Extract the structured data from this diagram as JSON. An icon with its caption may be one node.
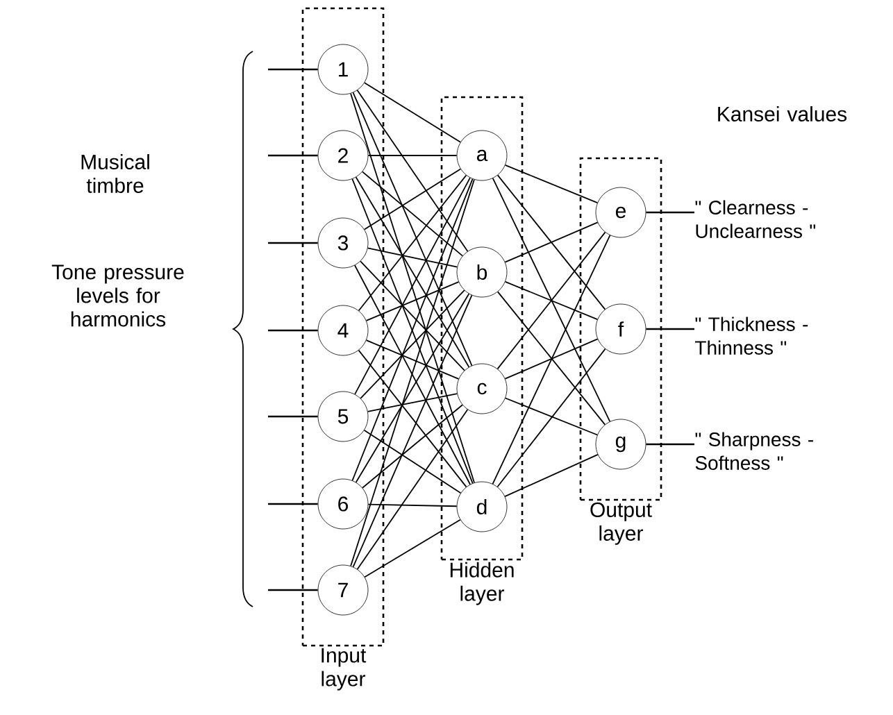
{
  "diagram": {
    "nodes": [
      {
        "text": [
          "Input layer"
        ]
      },
      {
        "text": [
          "1"
        ],
        "in": 0
      },
      {
        "text": [
          "2"
        ],
        "in": 0
      },
      {
        "text": [
          "3"
        ],
        "in": 0
      },
      {
        "text": [
          "4"
        ],
        "in": 0
      },
      {
        "text": [
          "5"
        ],
        "in": 0
      },
      {
        "text": [
          "6"
        ],
        "in": 0
      },
      {
        "text": [
          "7"
        ],
        "in": 0
      },
      {
        "text": [
          "Hidden layer"
        ]
      },
      {
        "text": [
          "a"
        ],
        "in": 8
      },
      {
        "text": [
          "b"
        ],
        "in": 8
      },
      {
        "text": [
          "c"
        ],
        "in": 8
      },
      {
        "text": [
          "d"
        ],
        "in": 8
      },
      {
        "text": [
          "Output layer"
        ]
      },
      {
        "text": [
          "e"
        ],
        "in": 13
      },
      {
        "text": [
          "f"
        ],
        "in": 13
      },
      {
        "text": [
          "g"
        ],
        "in": 13
      },
      {
        "text": [
          "\" Clearness - Unclearness \""
        ]
      },
      {
        "text": [
          "\" Thickness - Thinness \""
        ]
      },
      {
        "text": [
          "\" Sharpness - Softness \""
        ]
      }
    ],
    "edges": [
      {
        "from": null,
        "to": 1,
        "arrow": "none"
      },
      {
        "from": null,
        "to": 2,
        "arrow": "none"
      },
      {
        "from": null,
        "to": 3,
        "arrow": "none"
      },
      {
        "from": null,
        "to": 4,
        "arrow": "none"
      },
      {
        "from": null,
        "to": 5,
        "arrow": "none"
      },
      {
        "from": null,
        "to": 6,
        "arrow": "none"
      },
      {
        "from": null,
        "to": 7,
        "arrow": "none"
      },
      {
        "from": 1,
        "to": 9,
        "arrow": "none"
      },
      {
        "from": 1,
        "to": 10,
        "arrow": "none"
      },
      {
        "from": 1,
        "to": 11,
        "arrow": "none"
      },
      {
        "from": 1,
        "to": 12,
        "arrow": "none"
      },
      {
        "from": 2,
        "to": 9,
        "arrow": "none"
      },
      {
        "from": 2,
        "to": 10,
        "arrow": "none"
      },
      {
        "from": 2,
        "to": 11,
        "arrow": "none"
      },
      {
        "from": 2,
        "to": 12,
        "arrow": "none"
      },
      {
        "from": 3,
        "to": 9,
        "arrow": "none"
      },
      {
        "from": 3,
        "to": 10,
        "arrow": "none"
      },
      {
        "from": 3,
        "to": 11,
        "arrow": "none"
      },
      {
        "from": 3,
        "to": 12,
        "arrow": "none"
      },
      {
        "from": 4,
        "to": 9,
        "arrow": "none"
      },
      {
        "from": 4,
        "to": 10,
        "arrow": "none"
      },
      {
        "from": 4,
        "to": 11,
        "arrow": "none"
      },
      {
        "from": 4,
        "to": 12,
        "arrow": "none"
      },
      {
        "from": 5,
        "to": 9,
        "arrow": "none"
      },
      {
        "from": 5,
        "to": 10,
        "arrow": "none"
      },
      {
        "from": 5,
        "to": 11,
        "arrow": "none"
      },
      {
        "from": 5,
        "to": 12,
        "arrow": "none"
      },
      {
        "from": 6,
        "to": 9,
        "arrow": "none"
      },
      {
        "from": 6,
        "to": 10,
        "arrow": "none"
      },
      {
        "from": 6,
        "to": 11,
        "arrow": "none"
      },
      {
        "from": 6,
        "to": 12,
        "arrow": "none"
      },
      {
        "from": 7,
        "to": 9,
        "arrow": "none"
      },
      {
        "from": 7,
        "to": 10,
        "arrow": "none"
      },
      {
        "from": 7,
        "to": 11,
        "arrow": "none"
      },
      {
        "from": 7,
        "to": 12,
        "arrow": "none"
      },
      {
        "from": 9,
        "to": 14,
        "arrow": "none"
      },
      {
        "from": 9,
        "to": 15,
        "arrow": "none"
      },
      {
        "from": 9,
        "to": 16,
        "arrow": "none"
      },
      {
        "from": 10,
        "to": 14,
        "arrow": "none"
      },
      {
        "from": 10,
        "to": 15,
        "arrow": "none"
      },
      {
        "from": 10,
        "to": 16,
        "arrow": "none"
      },
      {
        "from": 11,
        "to": 14,
        "arrow": "none"
      },
      {
        "from": 11,
        "to": 15,
        "arrow": "none"
      },
      {
        "from": 11,
        "to": 16,
        "arrow": "none"
      },
      {
        "from": 12,
        "to": 14,
        "arrow": "none"
      },
      {
        "from": 12,
        "to": 15,
        "arrow": "none"
      },
      {
        "from": 12,
        "to": 16,
        "arrow": "none"
      },
      {
        "from": 14,
        "to": 17,
        "arrow": "none"
      },
      {
        "from": 15,
        "to": 18,
        "arrow": "none"
      },
      {
        "from": 16,
        "to": 19,
        "arrow": "none"
      }
    ],
    "labels": [
      "Musical timbre",
      "Tone pressure levels for harmonics",
      "Kansei values"
    ]
  }
}
